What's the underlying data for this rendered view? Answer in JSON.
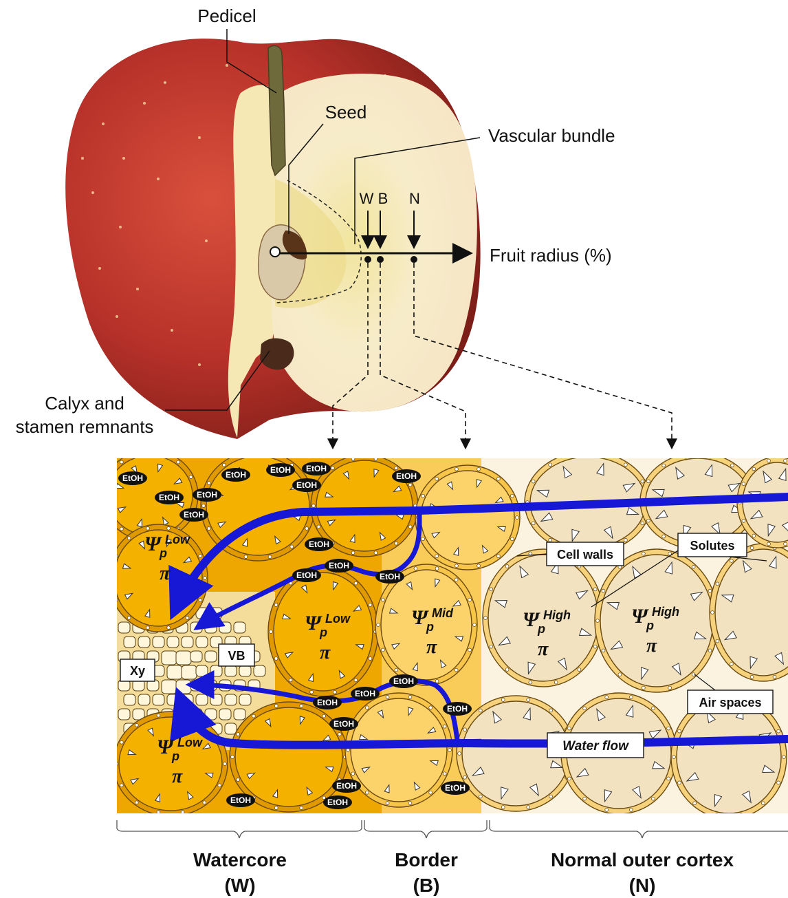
{
  "apple": {
    "pedicel": "Pedicel",
    "seed": "Seed",
    "vascular_bundle": "Vascular bundle",
    "calyx_line1": "Calyx and",
    "calyx_line2": "stamen remnants",
    "fruit_radius": "Fruit radius (%)",
    "marker_w": "W",
    "marker_b": "B",
    "marker_n": "N"
  },
  "tissue": {
    "etoh": "EtOH",
    "cell_walls": "Cell walls",
    "solutes": "Solutes",
    "air_spaces": "Air spaces",
    "water_flow": "Water flow",
    "xy": "Xy",
    "vb": "VB",
    "psi": "Ψ",
    "psi_sub": "p",
    "low": "Low",
    "mid": "Mid",
    "high": "High",
    "pi": "π"
  },
  "regions": {
    "watercore": "Watercore",
    "watercore_code": "(W)",
    "border": "Border",
    "border_code": "(B)",
    "normal": "Normal outer cortex",
    "normal_code": "(N)"
  },
  "colors": {
    "watercore": "#f5b100",
    "border": "#fcd26a",
    "normal": "#f2e2bf",
    "water_flow": "#1717d6",
    "apple_skin": "#b8322a",
    "apple_flesh": "#f7ebc8"
  }
}
